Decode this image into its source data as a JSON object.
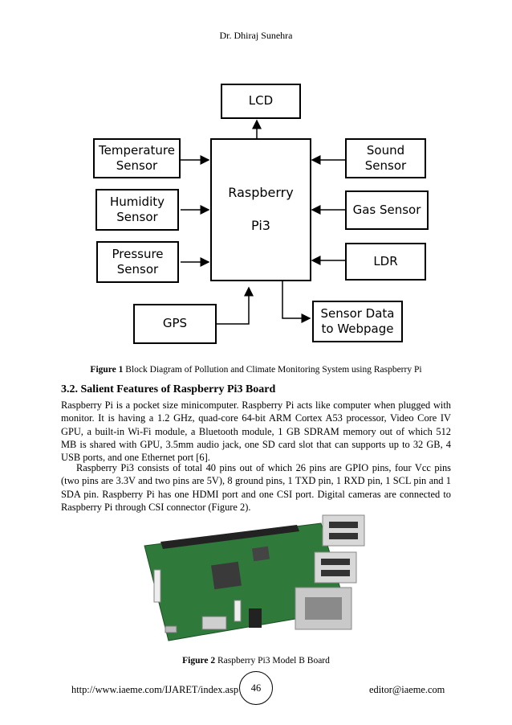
{
  "header": {
    "author": "Dr. Dhiraj Sunehra"
  },
  "diagram": {
    "lcd": "LCD",
    "temperature": "Temperature\nSensor",
    "humidity": "Humidity\nSensor",
    "pressure": "Pressure\nSensor",
    "raspberry": "Raspberry\n\nPi3",
    "sound": "Sound\nSensor",
    "gas": "Gas Sensor",
    "ldr": "LDR",
    "gps": "GPS",
    "webpage": "Sensor Data\nto Webpage"
  },
  "figure1": {
    "label": "Figure 1",
    "caption": " Block Diagram of Pollution and Climate Monitoring System using Raspberry Pi"
  },
  "section": {
    "heading": "3.2. Salient Features of Raspberry Pi3 Board",
    "para1": "Raspberry Pi is a pocket size minicomputer. Raspberry Pi acts like computer when plugged with monitor. It is having a 1.2 GHz, quad-core 64-bit ARM Cortex A53 processor, Video Core IV GPU, a built-in Wi-Fi module, a Bluetooth module, 1 GB SDRAM memory out of which 512 MB is shared with GPU, 3.5mm audio jack, one SD card slot that can supports up to 32 GB, 4 USB ports, and one Ethernet port [6].",
    "para2": "Raspberry Pi3 consists of total 40 pins out of which 26 pins are GPIO pins, four Vcc pins (two pins are 3.3V and two pins are 5V), 8 ground pins, 1 TXD pin, 1 RXD pin, 1 SCL pin and 1 SDA pin. Raspberry Pi has one HDMI port and one CSI port. Digital cameras are connected to Raspberry Pi through CSI connector (Figure 2)."
  },
  "figure2": {
    "label": "Figure 2",
    "caption": " Raspberry Pi3 Model B Board"
  },
  "footer": {
    "url": "http://www.iaeme.com/IJARET/index.asp",
    "page": "46",
    "email": "editor@iaeme.com"
  }
}
